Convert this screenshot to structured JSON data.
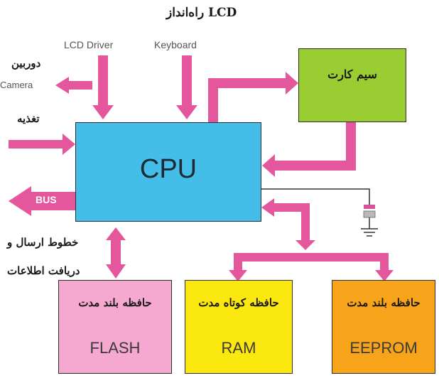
{
  "title": "راه‌انداز LCD",
  "labels": {
    "lcd_driver": "LCD Driver",
    "keyboard": "Keyboard",
    "camera_fa": "دوربین",
    "camera_en": "Camera",
    "power_fa": "تغذیه",
    "bus": "BUS",
    "io_line1": "خطوط ارسال و",
    "io_line2": "دریافت اطلاعات"
  },
  "cpu": {
    "label": "CPU",
    "color": "#45bde9"
  },
  "sim": {
    "label": "سیم کارت",
    "color": "#9acd32"
  },
  "flash": {
    "label_fa": "حافظه بلند مدت",
    "label_en": "FLASH",
    "color": "#f5a8d0"
  },
  "ram": {
    "label_fa": "حافظه کوتاه مدت",
    "label_en": "RAM",
    "color": "#fbe80f"
  },
  "eeprom": {
    "label_fa": "حافظه بلند مدت",
    "label_en": "EEPROM",
    "color": "#f8a41a"
  },
  "colors": {
    "arrow": "#e5579d",
    "wire": "#333333",
    "crystal": "#d9559b"
  }
}
